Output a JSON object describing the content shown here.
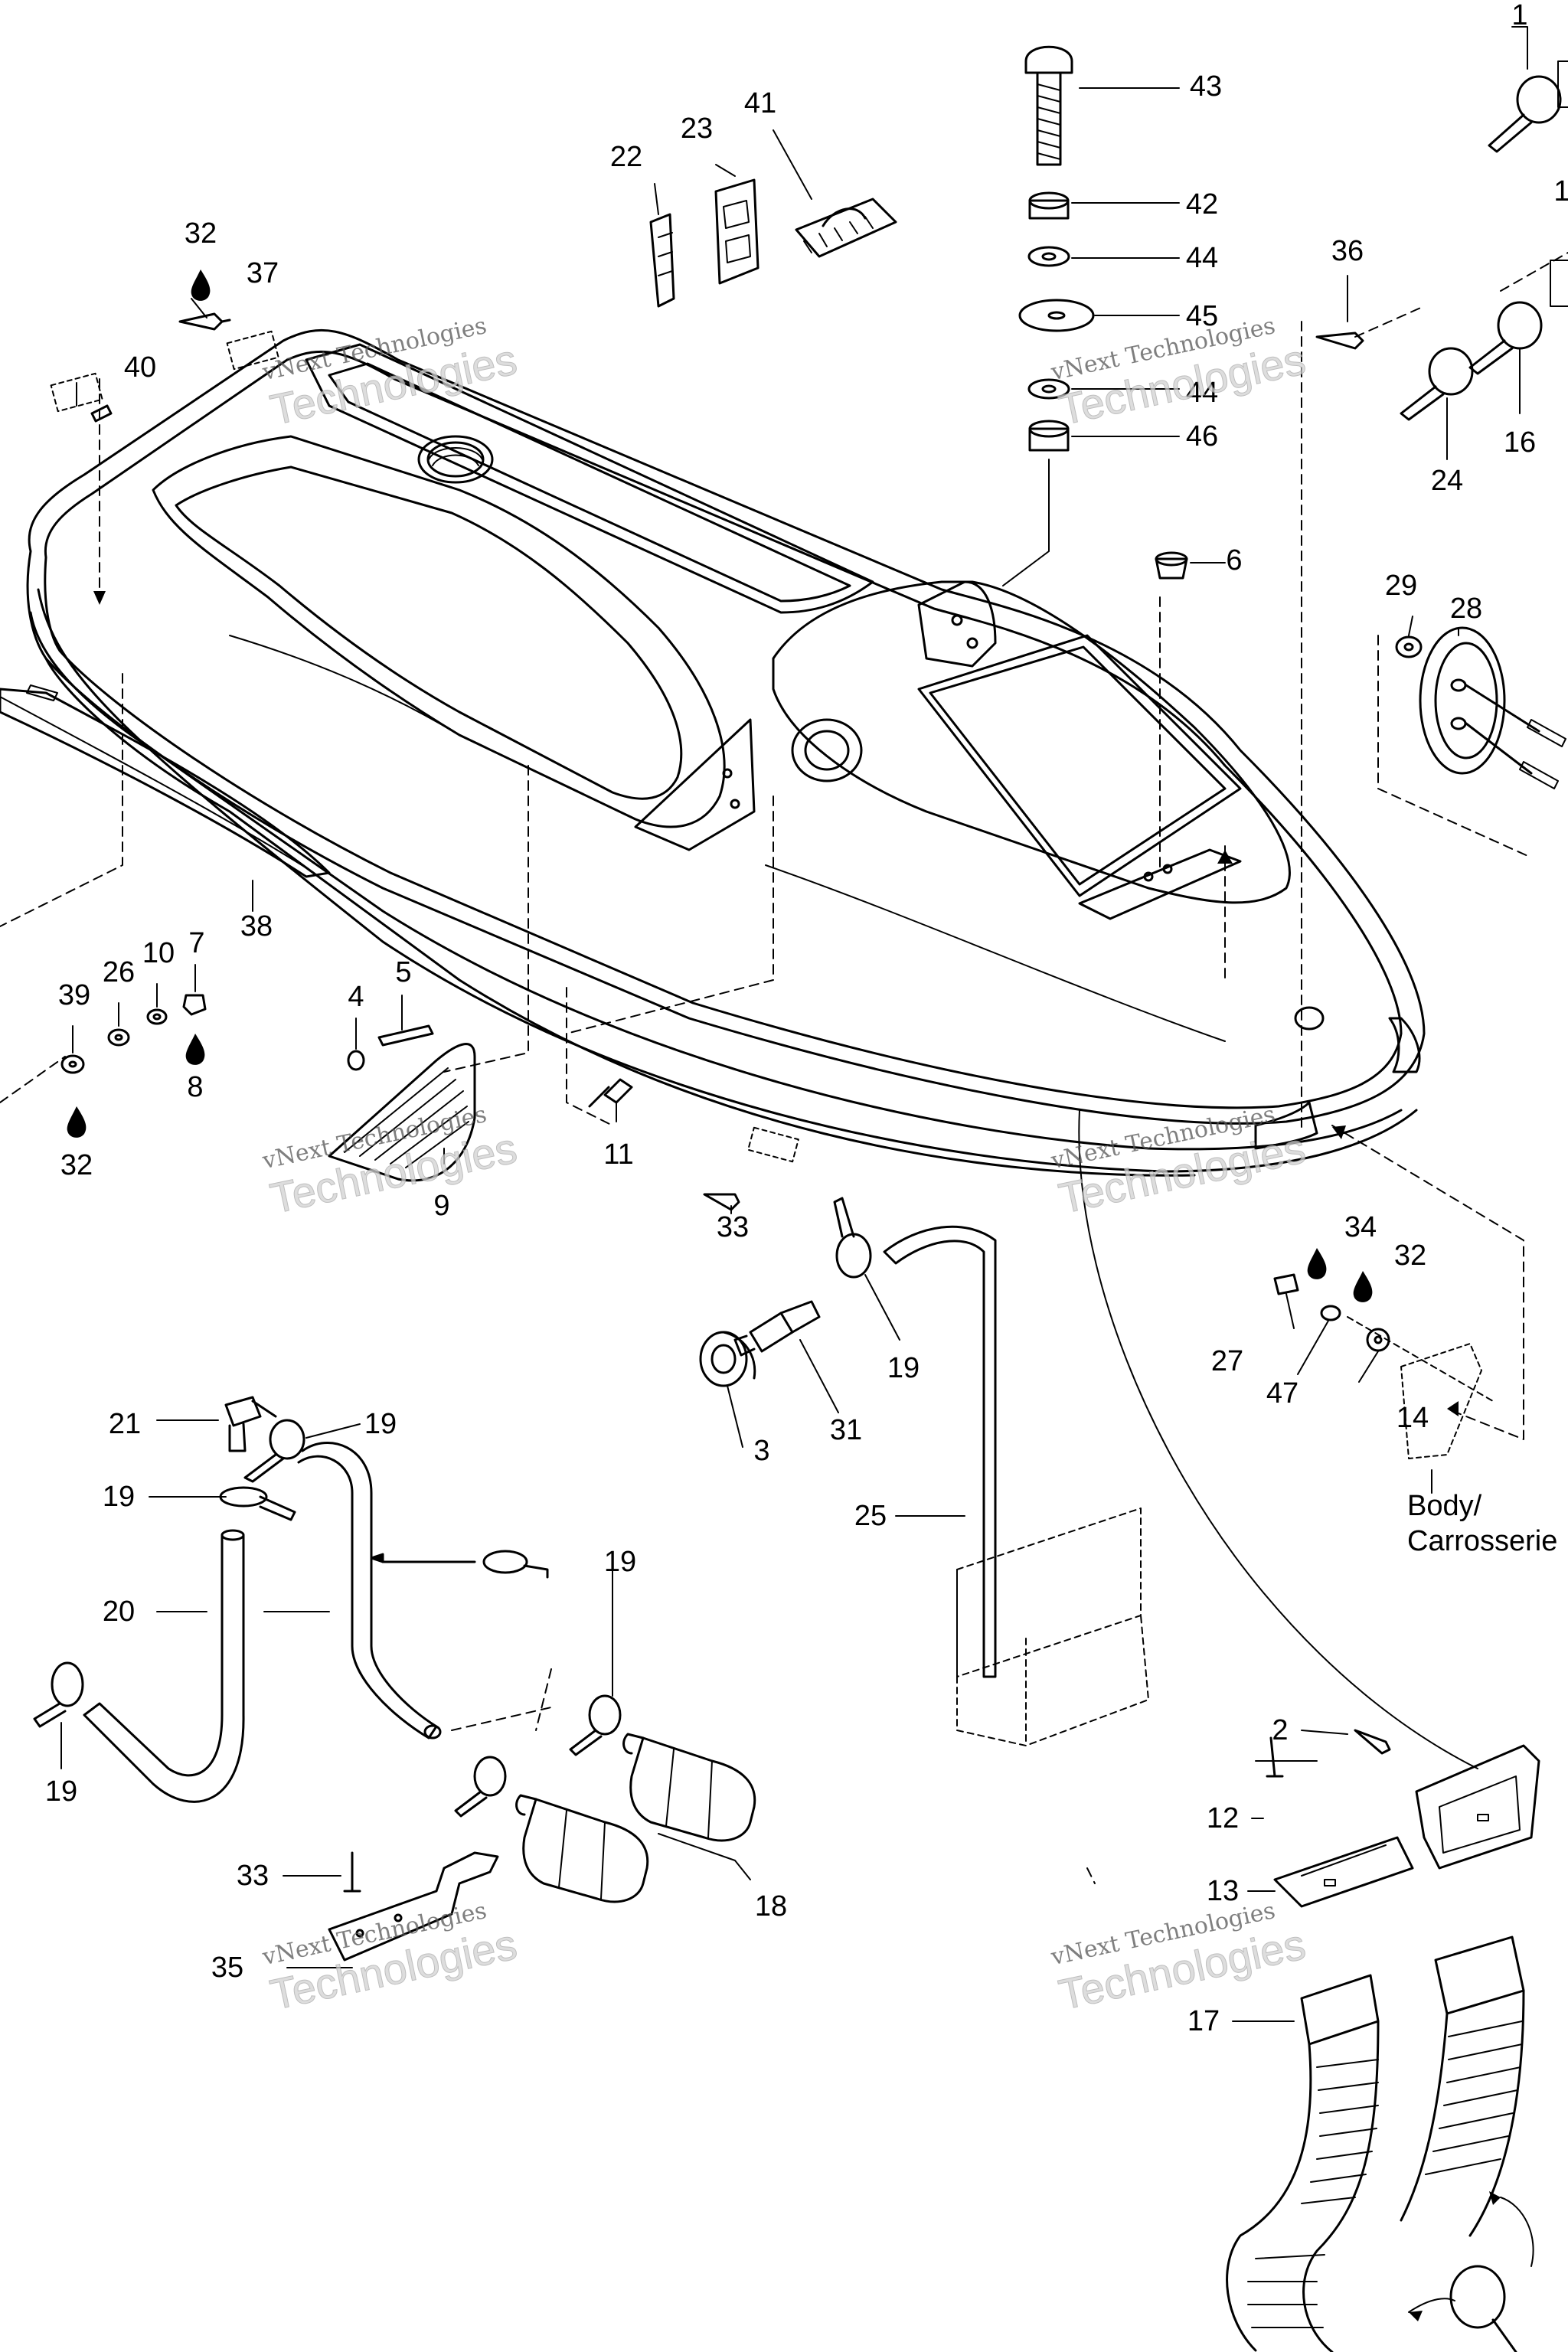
{
  "callouts": [
    {
      "id": "1",
      "text": "1"
    },
    {
      "id": "1b",
      "text": "1"
    },
    {
      "id": "2",
      "text": "2"
    },
    {
      "id": "3",
      "text": "3"
    },
    {
      "id": "4",
      "text": "4"
    },
    {
      "id": "5",
      "text": "5"
    },
    {
      "id": "6",
      "text": "6"
    },
    {
      "id": "7",
      "text": "7"
    },
    {
      "id": "8",
      "text": "8"
    },
    {
      "id": "9",
      "text": "9"
    },
    {
      "id": "10",
      "text": "10"
    },
    {
      "id": "11",
      "text": "11"
    },
    {
      "id": "12",
      "text": "12"
    },
    {
      "id": "13",
      "text": "13"
    },
    {
      "id": "14",
      "text": "14"
    },
    {
      "id": "16",
      "text": "16"
    },
    {
      "id": "17",
      "text": "17"
    },
    {
      "id": "18",
      "text": "18"
    },
    {
      "id": "19a",
      "text": "19"
    },
    {
      "id": "19b",
      "text": "19"
    },
    {
      "id": "19c",
      "text": "19"
    },
    {
      "id": "19d",
      "text": "19"
    },
    {
      "id": "19e",
      "text": "19"
    },
    {
      "id": "20",
      "text": "20"
    },
    {
      "id": "21",
      "text": "21"
    },
    {
      "id": "22",
      "text": "22"
    },
    {
      "id": "23",
      "text": "23"
    },
    {
      "id": "24",
      "text": "24"
    },
    {
      "id": "25",
      "text": "25"
    },
    {
      "id": "26",
      "text": "26"
    },
    {
      "id": "27",
      "text": "27"
    },
    {
      "id": "28",
      "text": "28"
    },
    {
      "id": "29",
      "text": "29"
    },
    {
      "id": "31",
      "text": "31"
    },
    {
      "id": "32a",
      "text": "32"
    },
    {
      "id": "32b",
      "text": "32"
    },
    {
      "id": "32c",
      "text": "32"
    },
    {
      "id": "33a",
      "text": "33"
    },
    {
      "id": "33b",
      "text": "33"
    },
    {
      "id": "34",
      "text": "34"
    },
    {
      "id": "35",
      "text": "35"
    },
    {
      "id": "36",
      "text": "36"
    },
    {
      "id": "37",
      "text": "37"
    },
    {
      "id": "38",
      "text": "38"
    },
    {
      "id": "39",
      "text": "39"
    },
    {
      "id": "40",
      "text": "40"
    },
    {
      "id": "41",
      "text": "41"
    },
    {
      "id": "42",
      "text": "42"
    },
    {
      "id": "43",
      "text": "43"
    },
    {
      "id": "44a",
      "text": "44"
    },
    {
      "id": "44b",
      "text": "44"
    },
    {
      "id": "45",
      "text": "45"
    },
    {
      "id": "46",
      "text": "46"
    },
    {
      "id": "47",
      "text": "47"
    }
  ],
  "body_note": {
    "line1": "Body/",
    "line2": "Carrosserie"
  },
  "watermark": {
    "line1": "vNext Technologies",
    "line2": "Technologies"
  }
}
